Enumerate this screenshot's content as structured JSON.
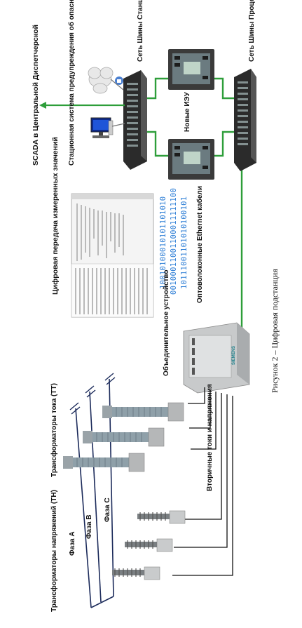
{
  "labels": {
    "scada": "SCADA в Центральной Диспетчерской",
    "station_bus": "Сеть Шины Станции",
    "process_bus": "Сеть Шины Процесса",
    "warning_system": "Стационная система предупреждения об опасности",
    "new_ied": "Новые ИЭУ",
    "digital_transfer": "Цифровая передача измеренных значений",
    "fiber_ethernet": "Оптоволоконные Ethernet кабели",
    "merging_unit": "Объединительное устройство",
    "secondary": "Вторичные токи и напряжения",
    "ct": "Трансформаторы тока (ТТ)",
    "vt": "Трансформаторы напряжений (ТН)",
    "phase_a": "Фаза А",
    "phase_b": "Фаза В",
    "phase_c": "Фаза С",
    "siemens": "SIEMENS"
  },
  "bit_rows": [
    "10010100010101101010",
    "00100011001100011111100",
    "10111001101010100101"
  ],
  "caption": "Рисунок 2 – Цифровая подстанция",
  "colors": {
    "fiber": "#2e9e3a",
    "bits": "#2f7fd6"
  }
}
